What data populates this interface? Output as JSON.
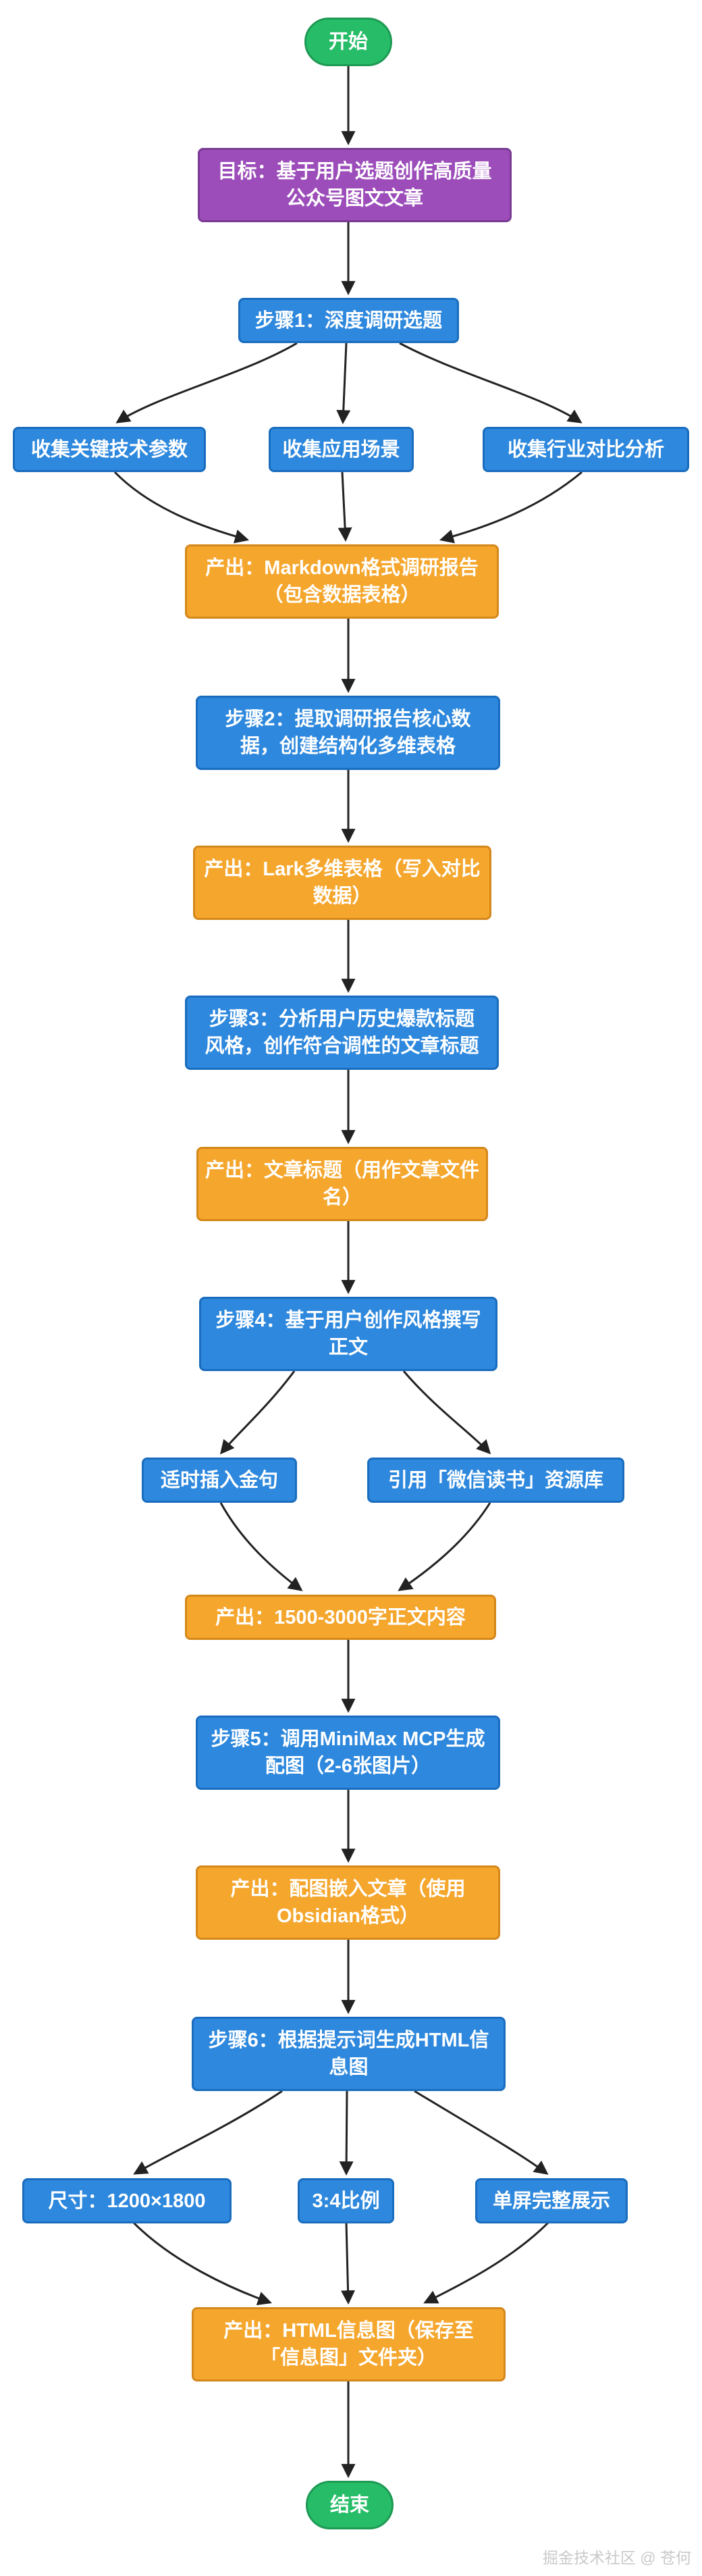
{
  "diagram": {
    "type": "flowchart",
    "direction": "top-down",
    "nodes": {
      "start": {
        "shape": "stadium",
        "kind": "terminal",
        "lines": [
          "开始"
        ]
      },
      "goal": {
        "shape": "rect",
        "kind": "goal",
        "lines": [
          "目标：基于用户选题创作高质量",
          "公众号图文文章"
        ]
      },
      "step1": {
        "shape": "rect",
        "kind": "step",
        "lines": [
          "步骤1：深度调研选题"
        ]
      },
      "collect_params": {
        "shape": "rect",
        "kind": "step",
        "lines": [
          "收集关键技术参数"
        ]
      },
      "collect_scene": {
        "shape": "rect",
        "kind": "step",
        "lines": [
          "收集应用场景"
        ]
      },
      "collect_industry": {
        "shape": "rect",
        "kind": "step",
        "lines": [
          "收集行业对比分析"
        ]
      },
      "output_report": {
        "shape": "rect",
        "kind": "output",
        "lines": [
          "产出：Markdown格式调研报告",
          "（包含数据表格）"
        ]
      },
      "step2": {
        "shape": "rect",
        "kind": "step",
        "lines": [
          "步骤2：提取调研报告核心数",
          "据，创建结构化多维表格"
        ]
      },
      "output_lark": {
        "shape": "rect",
        "kind": "output",
        "lines": [
          "产出：Lark多维表格（写入对比",
          "数据）"
        ]
      },
      "step3": {
        "shape": "rect",
        "kind": "step",
        "lines": [
          "步骤3：分析用户历史爆款标题",
          "风格，创作符合调性的文章标题"
        ]
      },
      "output_title": {
        "shape": "rect",
        "kind": "output",
        "lines": [
          "产出：文章标题（用作文章文件",
          "名）"
        ]
      },
      "step4": {
        "shape": "rect",
        "kind": "step",
        "lines": [
          "步骤4：基于用户创作风格撰写",
          "正文"
        ]
      },
      "insert_quote": {
        "shape": "rect",
        "kind": "step",
        "lines": [
          "适时插入金句"
        ]
      },
      "weread": {
        "shape": "rect",
        "kind": "step",
        "lines": [
          "引用「微信读书」资源库"
        ]
      },
      "output_body": {
        "shape": "rect",
        "kind": "output",
        "lines": [
          "产出：1500-3000字正文内容"
        ]
      },
      "step5": {
        "shape": "rect",
        "kind": "step",
        "lines": [
          "步骤5：调用MiniMax MCP生成",
          "配图（2-6张图片）"
        ]
      },
      "output_figures": {
        "shape": "rect",
        "kind": "output",
        "lines": [
          "产出：配图嵌入文章（使用",
          "Obsidian格式）"
        ]
      },
      "step6": {
        "shape": "rect",
        "kind": "step",
        "lines": [
          "步骤6：根据提示词生成HTML信",
          "息图"
        ]
      },
      "spec_size": {
        "shape": "rect",
        "kind": "step",
        "lines": [
          "尺寸：1200×1800"
        ]
      },
      "spec_ratio": {
        "shape": "rect",
        "kind": "step",
        "lines": [
          "3:4比例"
        ]
      },
      "spec_screen": {
        "shape": "rect",
        "kind": "step",
        "lines": [
          "单屏完整展示"
        ]
      },
      "output_infographic": {
        "shape": "rect",
        "kind": "output",
        "lines": [
          "产出：HTML信息图（保存至",
          "「信息图」文件夹）"
        ]
      },
      "end": {
        "shape": "stadium",
        "kind": "terminal",
        "lines": [
          "结束"
        ]
      }
    },
    "edges": [
      [
        "start",
        "goal"
      ],
      [
        "goal",
        "step1"
      ],
      [
        "step1",
        "collect_params"
      ],
      [
        "step1",
        "collect_scene"
      ],
      [
        "step1",
        "collect_industry"
      ],
      [
        "collect_params",
        "output_report"
      ],
      [
        "collect_scene",
        "output_report"
      ],
      [
        "collect_industry",
        "output_report"
      ],
      [
        "output_report",
        "step2"
      ],
      [
        "step2",
        "output_lark"
      ],
      [
        "output_lark",
        "step3"
      ],
      [
        "step3",
        "output_title"
      ],
      [
        "output_title",
        "step4"
      ],
      [
        "step4",
        "insert_quote"
      ],
      [
        "step4",
        "weread"
      ],
      [
        "insert_quote",
        "output_body"
      ],
      [
        "weread",
        "output_body"
      ],
      [
        "output_body",
        "step5"
      ],
      [
        "step5",
        "output_figures"
      ],
      [
        "output_figures",
        "step6"
      ],
      [
        "step6",
        "spec_size"
      ],
      [
        "step6",
        "spec_ratio"
      ],
      [
        "step6",
        "spec_screen"
      ],
      [
        "spec_size",
        "output_infographic"
      ],
      [
        "spec_ratio",
        "output_infographic"
      ],
      [
        "spec_screen",
        "output_infographic"
      ],
      [
        "output_infographic",
        "end"
      ]
    ]
  },
  "watermark": "掘金技术社区 @ 苍何",
  "colors": {
    "green_fill": "#27BD68",
    "green_border": "#1E9A54",
    "purple_fill": "#9C4DBA",
    "purple_border": "#7A3B94",
    "blue_fill": "#2E88DD",
    "blue_border": "#1A6DBE",
    "orange_fill": "#F5A62D",
    "orange_border": "#D4881B",
    "edge": "#222222",
    "text": "#FFFFFF"
  }
}
